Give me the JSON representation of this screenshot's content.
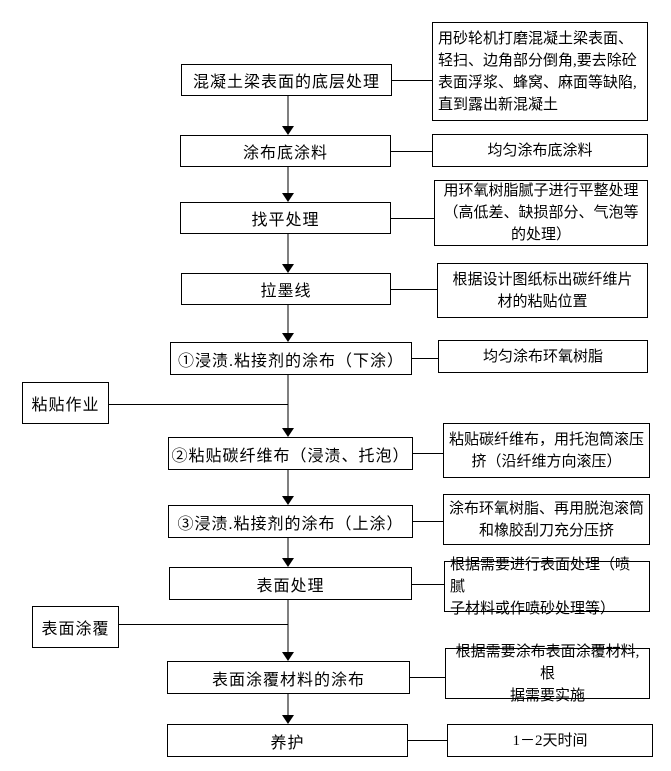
{
  "diagram": {
    "steps": [
      {
        "label": "混凝土梁表面的底层处理",
        "note": "用砂轮机打磨混凝土梁表面、\n轻扫、边角部分倒角,要去除砼\n表面浮浆、蜂窝、麻面等缺陷,\n直到露出新混凝土"
      },
      {
        "label": "涂布底涂料",
        "note": "均匀涂布底涂料"
      },
      {
        "label": "找平处理",
        "note": "用环氧树脂腻子进行平整处理\n（高低差、缺损部分、气泡等\n的处理）"
      },
      {
        "label": "拉墨线",
        "note": "根据设计图纸标出碳纤维片\n材的粘贴位置"
      },
      {
        "label": "①浸渍.粘接剂的涂布（下涂）",
        "note": "均匀涂布环氧树脂"
      },
      {
        "label": "②粘贴碳纤维布（浸渍、托泡）",
        "note": "粘贴碳纤维布，用托泡筒滚压\n挤（沿纤维方向滚压）"
      },
      {
        "label": "③浸渍.粘接剂的涂布（上涂）",
        "note": "涂布环氧树脂、再用脱泡滚筒\n和橡胶刮刀充分压挤"
      },
      {
        "label": "表面处理",
        "note": "根据需要进行表面处理（喷腻\n子材料或作喷砂处理等）"
      },
      {
        "label": "表面涂覆材料的涂布",
        "note": "根据需要涂布表面涂覆材料,根\n据需要实施"
      },
      {
        "label": "养护",
        "note": "1－2天时间"
      }
    ],
    "side_labels": [
      {
        "label": "粘贴作业"
      },
      {
        "label": "表面涂覆"
      }
    ],
    "colors": {
      "border": "#000000",
      "arrow_shaft": "#7f7f7f",
      "arrow_head": "#000000"
    }
  }
}
